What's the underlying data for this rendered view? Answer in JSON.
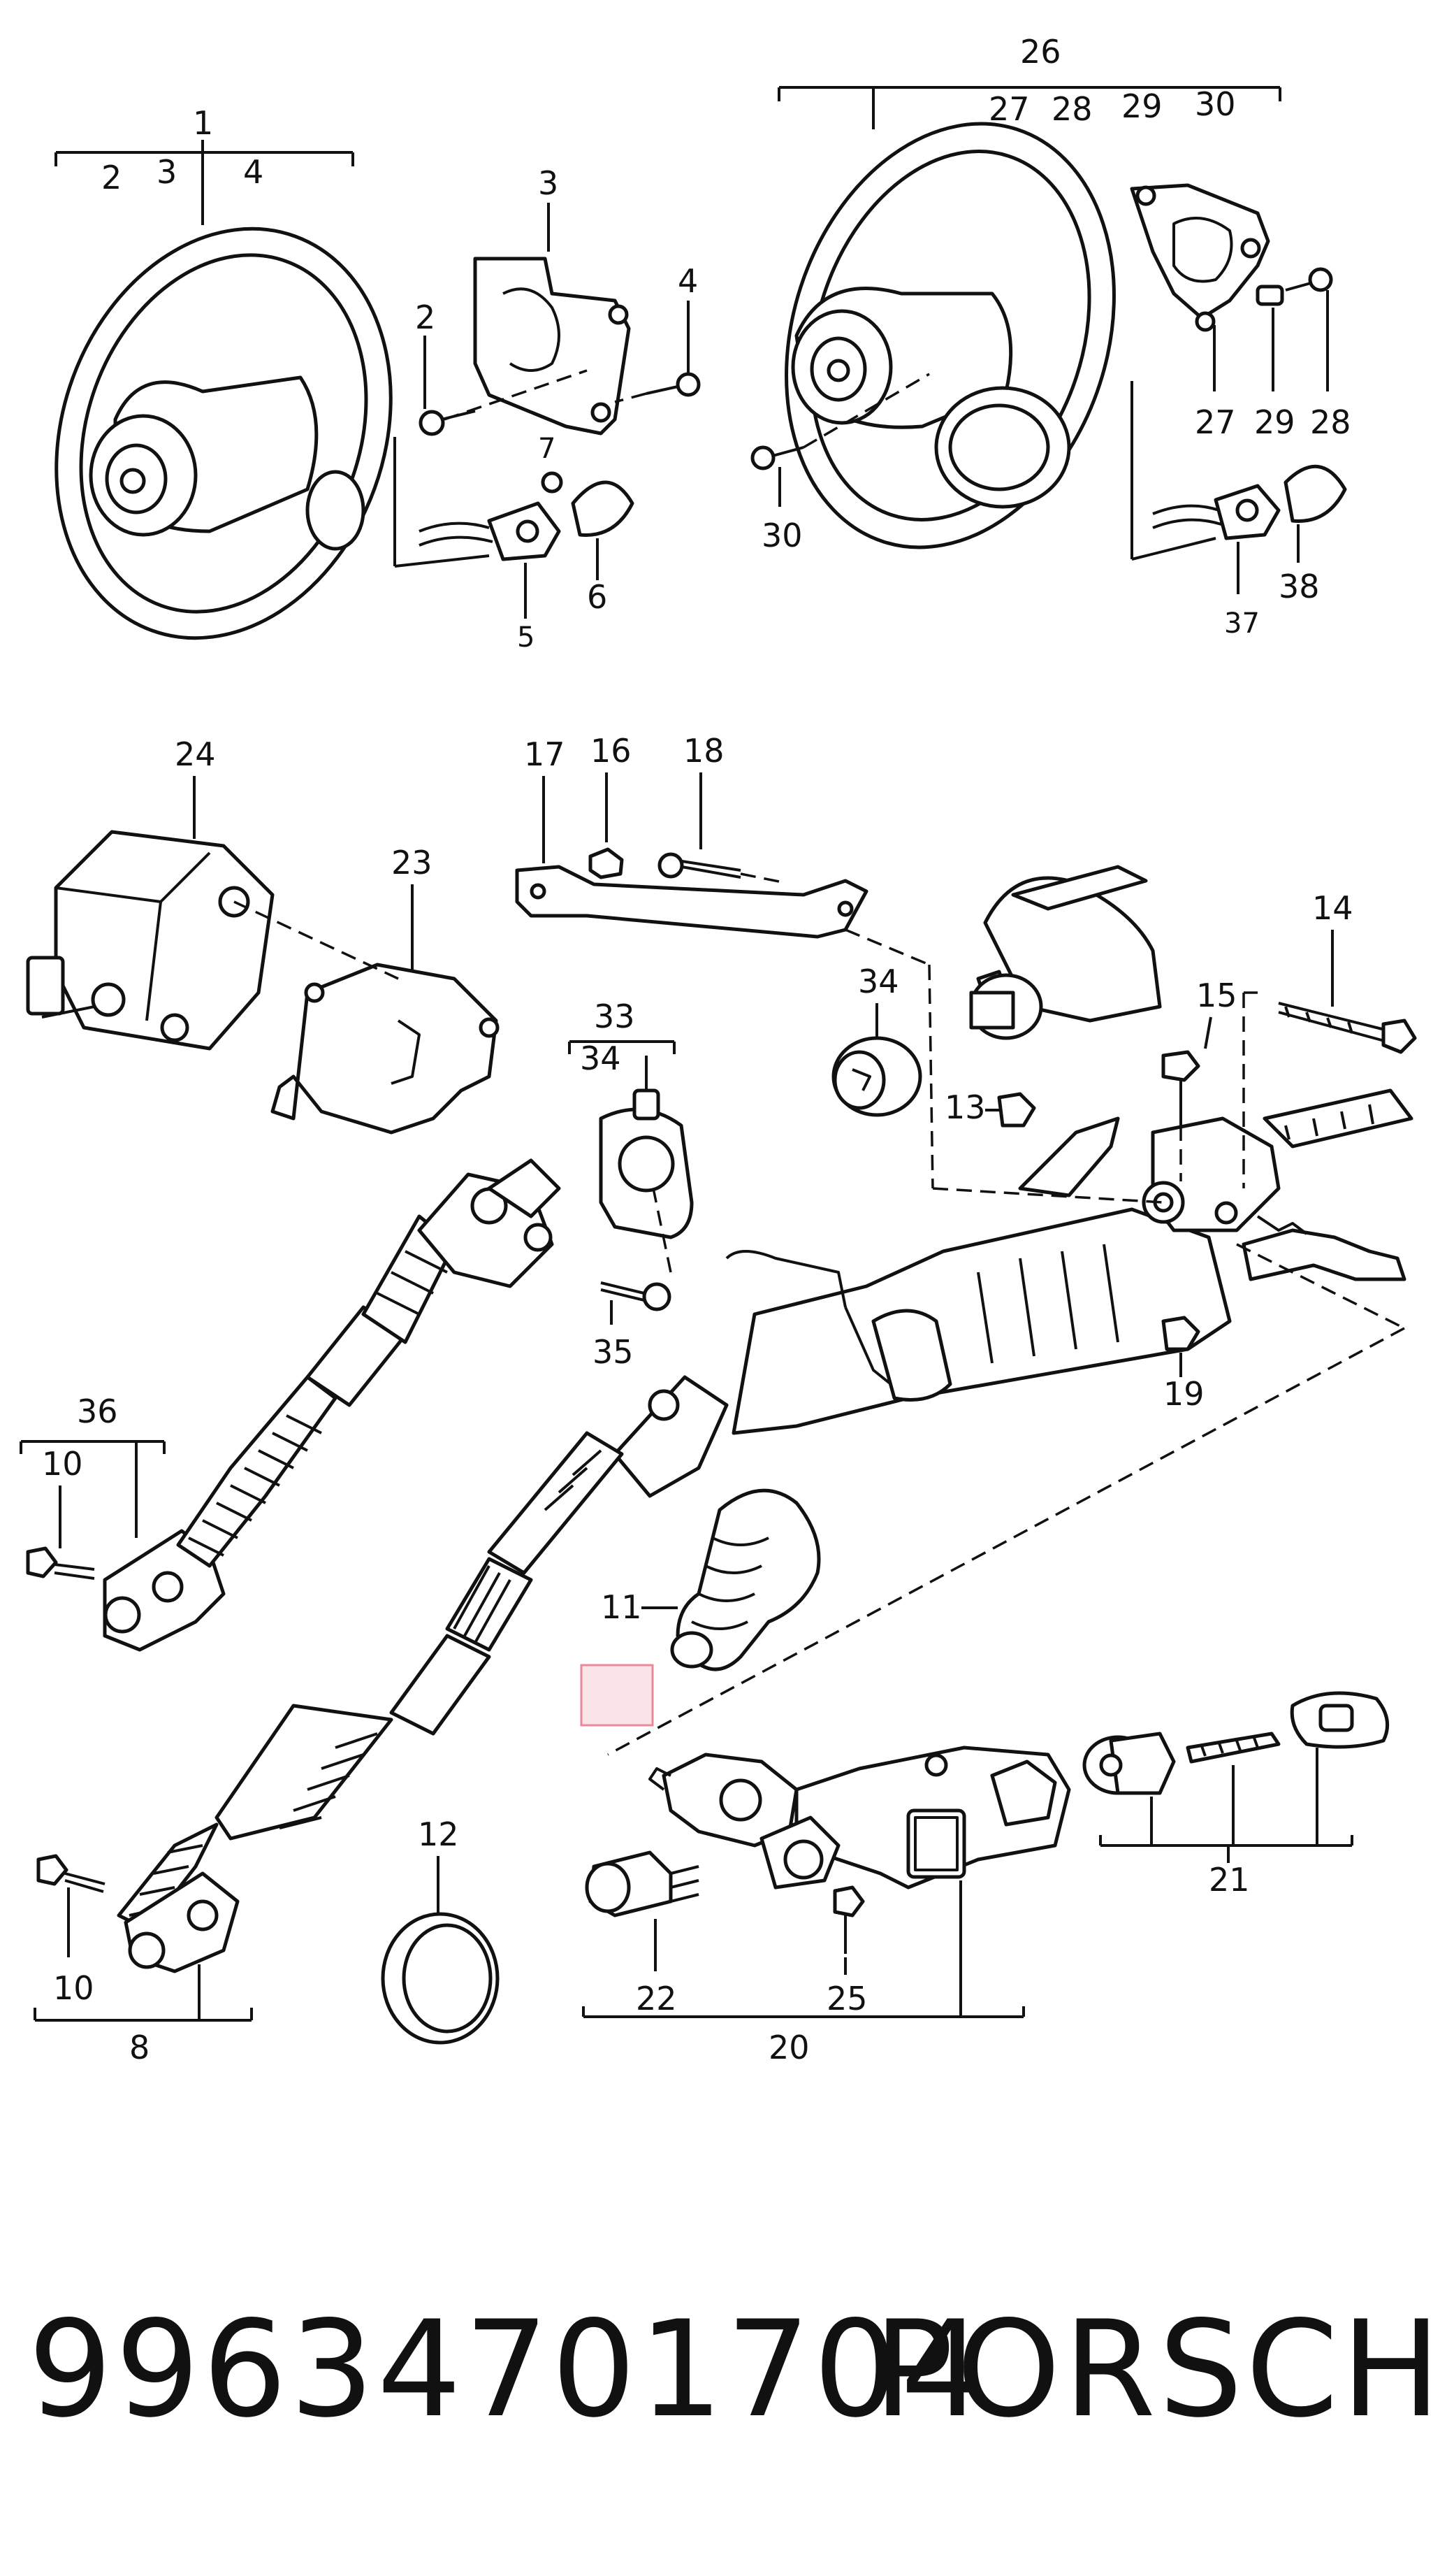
{
  "diagram": {
    "footer": {
      "part_number": "99634701704",
      "brand": "PORSCHE"
    },
    "highlight_color": "#e88a99",
    "callouts": {
      "c1": "1",
      "c1_sub2": "2",
      "c1_sub3": "3",
      "c1_sub4": "4",
      "c2": "2",
      "c3": "3",
      "c4": "4",
      "c5": "5",
      "c6": "6",
      "c7": "7",
      "c26": "26",
      "c26_sub27": "27",
      "c26_sub28": "28",
      "c26_sub29": "29",
      "c26_sub30": "30",
      "c27": "27",
      "c28": "28",
      "c29": "29",
      "c30": "30",
      "c37": "37",
      "c38": "38",
      "c24": "24",
      "c23": "23",
      "c17": "17",
      "c16": "16",
      "c18": "18",
      "c33": "33",
      "c33_sub34": "34",
      "c34": "34",
      "c35": "35",
      "c14": "14",
      "c15": "15",
      "c13": "13",
      "c19": "19",
      "c36": "36",
      "c10a": "10",
      "c11": "11",
      "c12": "12",
      "c10b": "10",
      "c8": "8",
      "c22": "22",
      "c25": "25",
      "c20": "20",
      "c21": "21"
    }
  }
}
